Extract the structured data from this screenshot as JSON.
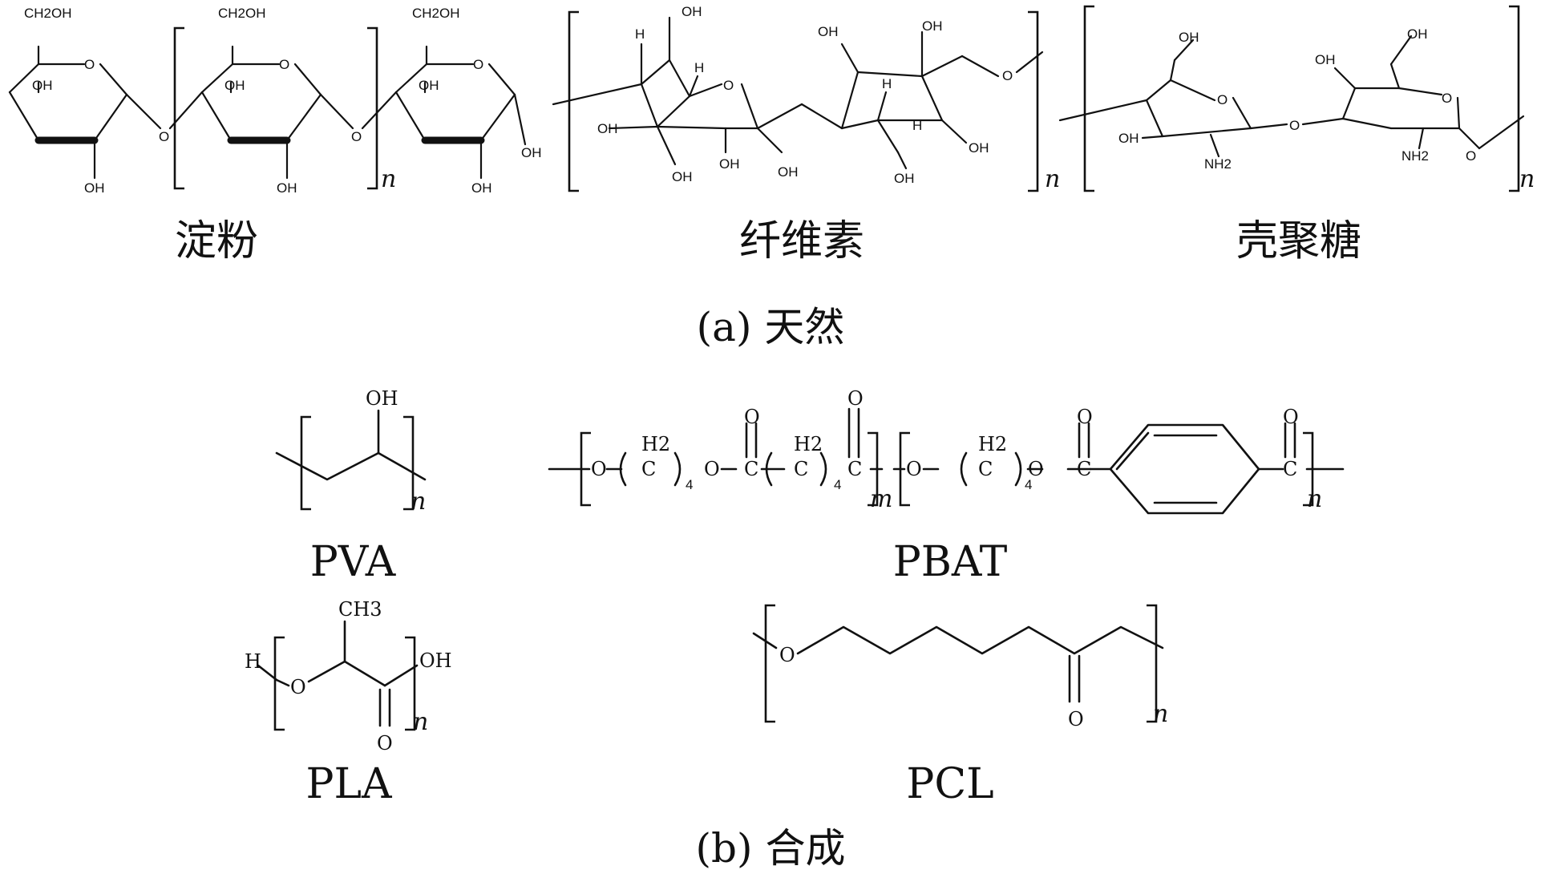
{
  "natural": {
    "caption": "(a) 天然",
    "starch": {
      "name": "淀粉",
      "ch2oh": "CH2OH",
      "oh": "OH",
      "o": "O",
      "repeat": "n"
    },
    "cellulose": {
      "name": "纤维素",
      "oh": "OH",
      "h": "H",
      "o": "O",
      "repeat": "n"
    },
    "chitosan": {
      "name": "壳聚糖",
      "oh": "OH",
      "nh2": "NH2",
      "o": "O",
      "repeat": "n"
    }
  },
  "synthetic": {
    "caption": "(b) 合成",
    "pva": {
      "name": "PVA",
      "oh": "OH",
      "repeat": "n"
    },
    "pbat": {
      "name": "PBAT",
      "o": "O",
      "c": "C",
      "h2": "H2",
      "sub4": "4",
      "repeat_m": "m",
      "repeat_n": "n"
    },
    "pla": {
      "name": "PLA",
      "h": "H",
      "o": "O",
      "ch3": "CH3",
      "oh": "OH",
      "repeat": "n"
    },
    "pcl": {
      "name": "PCL",
      "o": "O",
      "repeat": "n"
    }
  }
}
